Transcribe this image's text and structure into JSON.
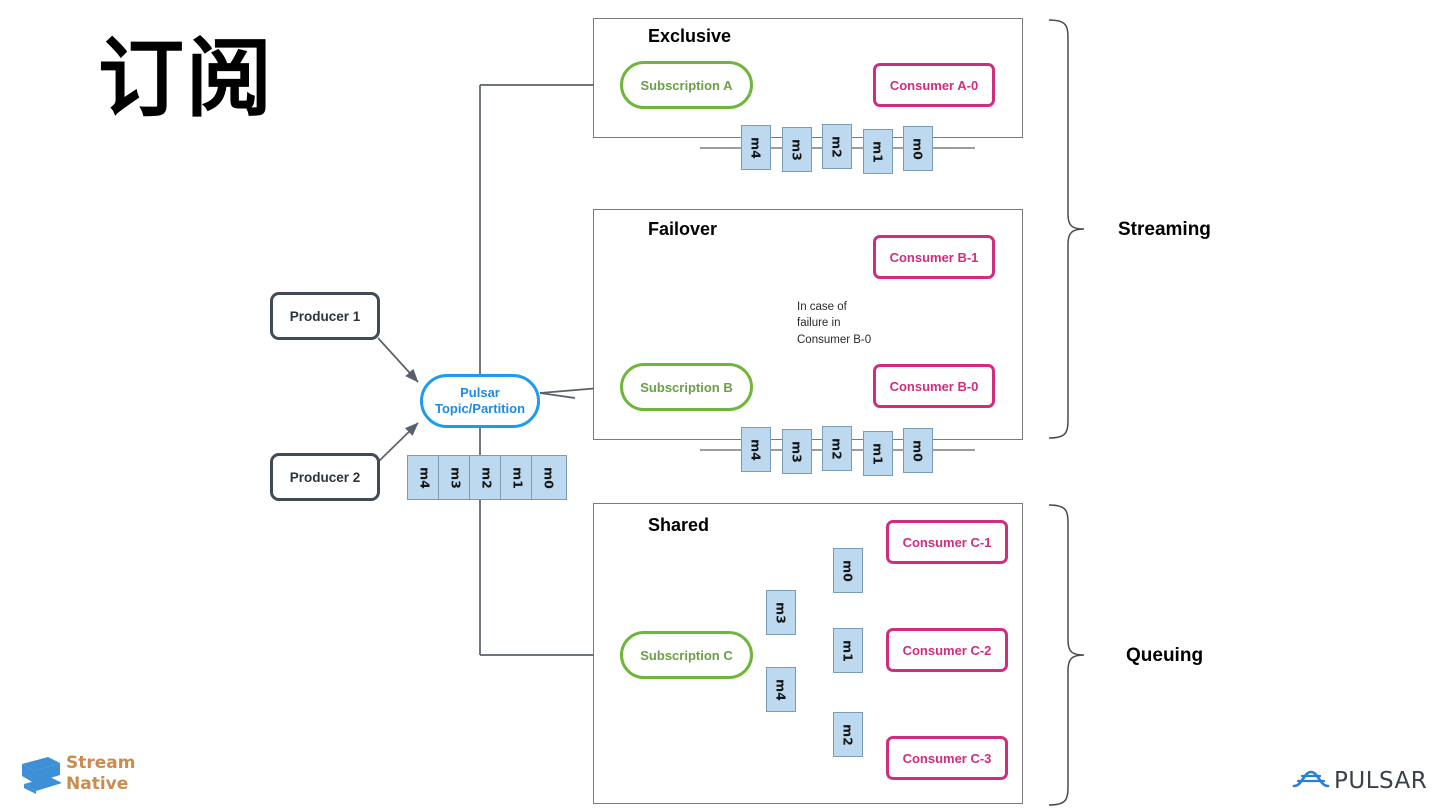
{
  "title": "订阅",
  "producers": [
    {
      "label": "Producer 1"
    },
    {
      "label": "Producer 2"
    }
  ],
  "topic": {
    "line1": "Pulsar",
    "line2": "Topic/Partition"
  },
  "topic_queue": {
    "messages": [
      "m4",
      "m3",
      "m2",
      "m1",
      "m0"
    ]
  },
  "sections": [
    {
      "id": "exclusive",
      "title": "Exclusive",
      "subscription": "Subscription A",
      "consumers": [
        "Consumer A-0"
      ],
      "messages": [
        "m4",
        "m3",
        "m2",
        "m1",
        "m0"
      ]
    },
    {
      "id": "failover",
      "title": "Failover",
      "subscription": "Subscription B",
      "consumers": [
        "Consumer B-1",
        "Consumer B-0"
      ],
      "messages": [
        "m4",
        "m3",
        "m2",
        "m1",
        "m0"
      ],
      "note": [
        "In case of",
        "failure in",
        "Consumer B-0"
      ]
    },
    {
      "id": "shared",
      "title": "Shared",
      "subscription": "Subscription C",
      "consumers": [
        "Consumer C-1",
        "Consumer C-2",
        "Consumer C-3"
      ],
      "messages": [
        "m3",
        "m0",
        "m1",
        "m4",
        "m2"
      ]
    }
  ],
  "brackets": [
    {
      "label": "Streaming"
    },
    {
      "label": "Queuing"
    }
  ],
  "logos": {
    "streamnative": {
      "line1": "Stream",
      "line2": "Native"
    },
    "pulsar": {
      "word": "PULSAR"
    }
  },
  "colors": {
    "green": "#6fb63a",
    "green_text": "#6c9f46",
    "magenta": "#d12d7f",
    "blue": "#1d9bf0",
    "msg_fill": "#bcd9ef",
    "msg_border": "#7b9cb5",
    "dark_gray": "#404b55",
    "panel_border": "#7b7b7b",
    "arrow": "#59606a",
    "sn_orange": "#c98c4e",
    "pulsar_dark": "#3b4148"
  }
}
